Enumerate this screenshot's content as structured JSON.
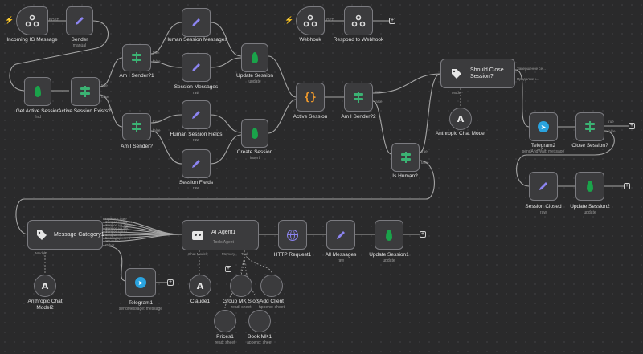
{
  "nodes": {
    "incoming_ig": {
      "label": "Incoming IG Message",
      "post": "POST"
    },
    "sender": {
      "label": "Sender",
      "sub": "manual"
    },
    "get_active_session": {
      "label": "Get Active Session",
      "sub": "find"
    },
    "active_session_exists": {
      "label": "Active Session Exists?",
      "true": "true",
      "false": "false"
    },
    "am_i_sender_1": {
      "label": "Am I Sender?1",
      "true": "true",
      "false": "false"
    },
    "am_i_sender": {
      "label": "Am I Sender?",
      "true": "true",
      "false": "false"
    },
    "human_session_messages": {
      "label": "Human Session Messages"
    },
    "session_messages": {
      "label": "Session Messages",
      "sub": "raw"
    },
    "update_session": {
      "label": "Update Session",
      "sub": "update"
    },
    "human_session_fields": {
      "label": "Human Session Fields",
      "sub": "raw"
    },
    "session_fields": {
      "label": "Session Fields",
      "sub": "raw"
    },
    "create_session": {
      "label": "Create Session",
      "sub": "insert"
    },
    "webhook": {
      "label": "Webhook",
      "get": "GET"
    },
    "respond_webhook": {
      "label": "Respond to Webhook"
    },
    "active_session": {
      "label": "Active Session"
    },
    "am_i_sender_2": {
      "label": "Am I Sender?2",
      "true": "true",
      "false": "false"
    },
    "should_close": {
      "label": "Should Close Session?",
      "out1": "Завершение се...",
      "out2": "Продолжен...",
      "model": "Model*"
    },
    "anthropic_model": {
      "label": "Anthropic Chat Model"
    },
    "is_human": {
      "label": "Is Human?",
      "true": "true",
      "false": "false"
    },
    "telegram2": {
      "label": "Telegram2",
      "sub": "sendAndWait: message"
    },
    "close_session": {
      "label": "Close Session?",
      "true": "true",
      "false": "false"
    },
    "session_closed": {
      "label": "Session Closed",
      "sub": "raw"
    },
    "update_session2": {
      "label": "Update Session2",
      "sub": "update"
    },
    "message_category": {
      "label": "Message Category1",
      "model": "Model*",
      "outputs": [
        "Приветствие",
        "Запрос инфо по ...",
        "Запрос на запись",
        "Запрос на МК",
        "Запрос цены",
        "Вопрос по...",
        "Благодарность",
        "Жалоба",
        "Other"
      ]
    },
    "anthropic_model2": {
      "label": "Anthropic Chat Model2"
    },
    "telegram1": {
      "label": "Telegram1",
      "sub": "sendMessage: message"
    },
    "ai_agent": {
      "label": "AI Agent1",
      "sub": "Tools Agent",
      "chat_model": "Chat Model*",
      "memory": "Memory",
      "tool": "Tool"
    },
    "claude1": {
      "label": "Claude1"
    },
    "http_request": {
      "label": "HTTP Request1"
    },
    "all_messages": {
      "label": "All Messages",
      "sub": "raw"
    },
    "update_session1": {
      "label": "Update Session1",
      "sub": "update"
    },
    "group_mk_slots": {
      "label": "Group MK Slots",
      "sub": "read: sheet"
    },
    "add_client": {
      "label": "Add Client",
      "sub": "append: sheet"
    },
    "prices1": {
      "label": "Prices1",
      "sub": "read: sheet"
    },
    "book_mk1": {
      "label": "Book MK1",
      "sub": "append: sheet"
    }
  },
  "colors": {
    "background": "#2a2a2b",
    "node": "#3b3b3d",
    "wire": "#a6a6a6",
    "trigger_bolt": "#ff6d5a",
    "accent": "#8c84f0",
    "mongo": "#1aa34a",
    "sheets": "#1fa463",
    "telegram": "#2aa3df",
    "code": "#f09a2c"
  },
  "icons": {
    "webhook": "webhook-icon",
    "edit": "pencil-icon",
    "if": "branch-icon",
    "mongo": "leaf-icon",
    "code": "braces-icon",
    "classifier": "tag-icon",
    "anthropic": "anthropic-icon",
    "telegram": "telegram-icon",
    "agent": "robot-icon",
    "http": "globe-icon",
    "sheets": "sheet-icon"
  },
  "canvas": {
    "add": "+"
  }
}
